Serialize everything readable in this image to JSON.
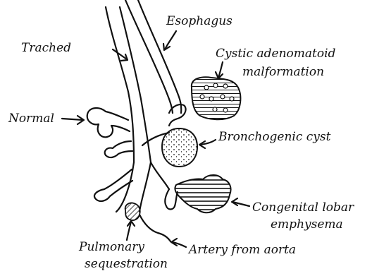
{
  "labels": {
    "trachea": "Trached",
    "esophagus": "Esophagus",
    "cystic_line1": "Cystic adenomatoid",
    "cystic_line2": "malformation",
    "normal": "Normal",
    "bronchogenic": "Bronchogenic cyst",
    "lobar_line1": "Congenital lobar",
    "lobar_line2": "emphysema",
    "pulmonary_line1": "Pulmonary",
    "pulmonary_line2": "sequestration",
    "artery": "Artery from aorta"
  }
}
